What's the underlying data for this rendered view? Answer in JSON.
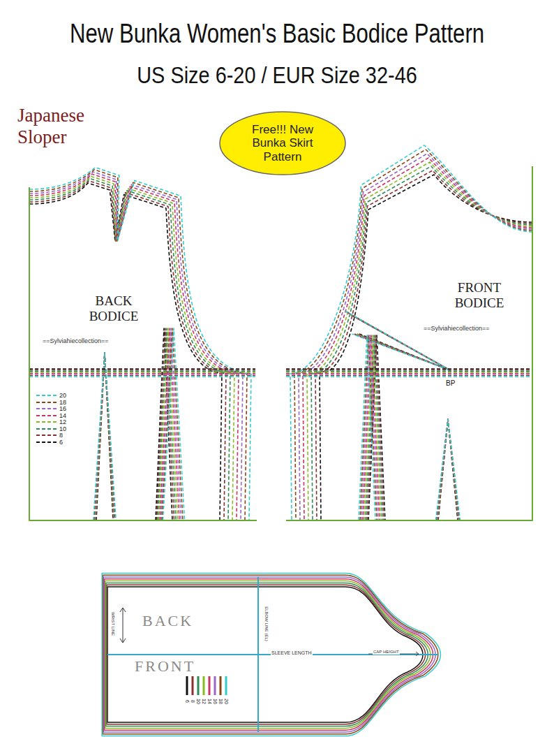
{
  "diagram": {
    "title": "New Bunka Women's Basic Bodice Pattern",
    "nodes": [
      {
        "text": [
          "Free!!! New Bunka Skirt Pattern"
        ]
      }
    ],
    "labels": [
      "US Size 6-20 / EUR Size 32-46",
      "Japanese Sloper",
      "BACK BODICE",
      "==Sylviahiecollection==",
      "FRONT BODICE",
      "==Sylviahiecollection==",
      "BP",
      "WRIST LINE",
      "BACK",
      "ELBOW LINE (EL)",
      "FRONT",
      "SLEEVE LENGTH",
      "CAP HEIGHT",
      "6",
      "8",
      "10",
      "12",
      "14",
      "16",
      "18",
      "20"
    ],
    "legend": [
      {
        "text": "20",
        "color": "#33cccc"
      },
      {
        "text": "18",
        "color": "#8b4513"
      },
      {
        "text": "16",
        "color": "#9966cc"
      },
      {
        "text": "14",
        "color": "#cc3366"
      },
      {
        "text": "12",
        "color": "#88bb22"
      },
      {
        "text": "10",
        "color": "#2e8b57"
      },
      {
        "text": "8",
        "color": "#8b2f2f"
      },
      {
        "text": "6",
        "color": "#111111"
      }
    ]
  }
}
